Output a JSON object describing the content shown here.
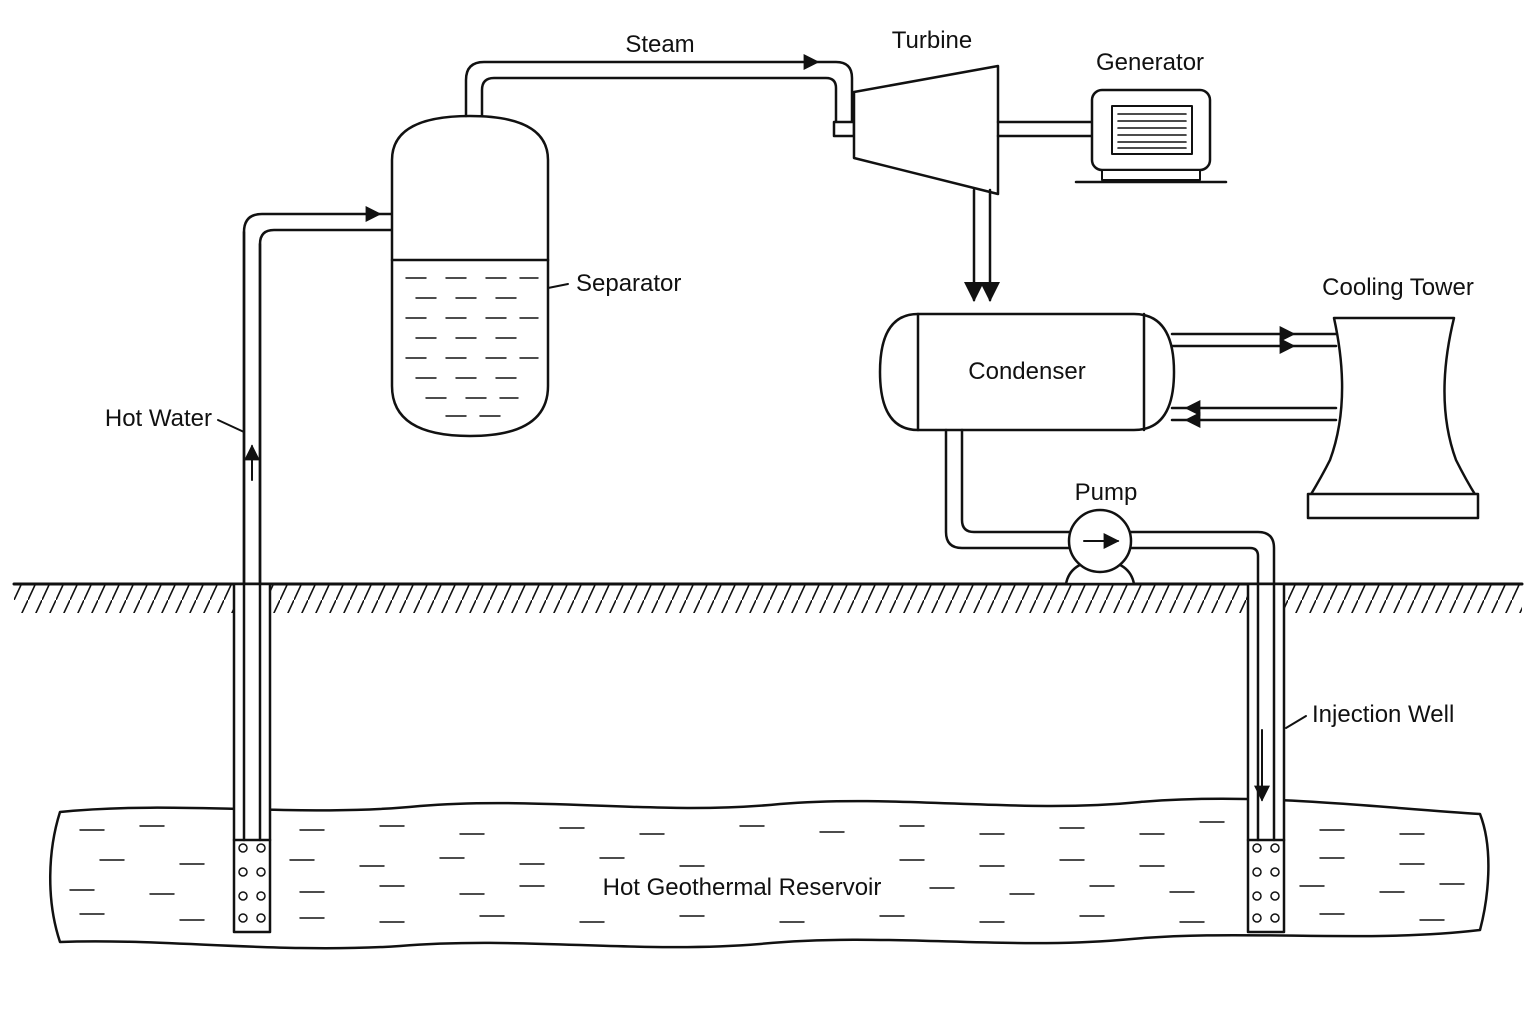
{
  "diagram": {
    "labels": {
      "steam": "Steam",
      "turbine": "Turbine",
      "generator": "Generator",
      "separator": "Separator",
      "cooling_tower": "Cooling Tower",
      "condenser": "Condenser",
      "hot_water": "Hot Water",
      "pump": "Pump",
      "injection_well": "Injection Well",
      "reservoir": "Hot Geothermal Reservoir"
    },
    "colors": {
      "line": "#111111",
      "background": "#ffffff"
    }
  }
}
